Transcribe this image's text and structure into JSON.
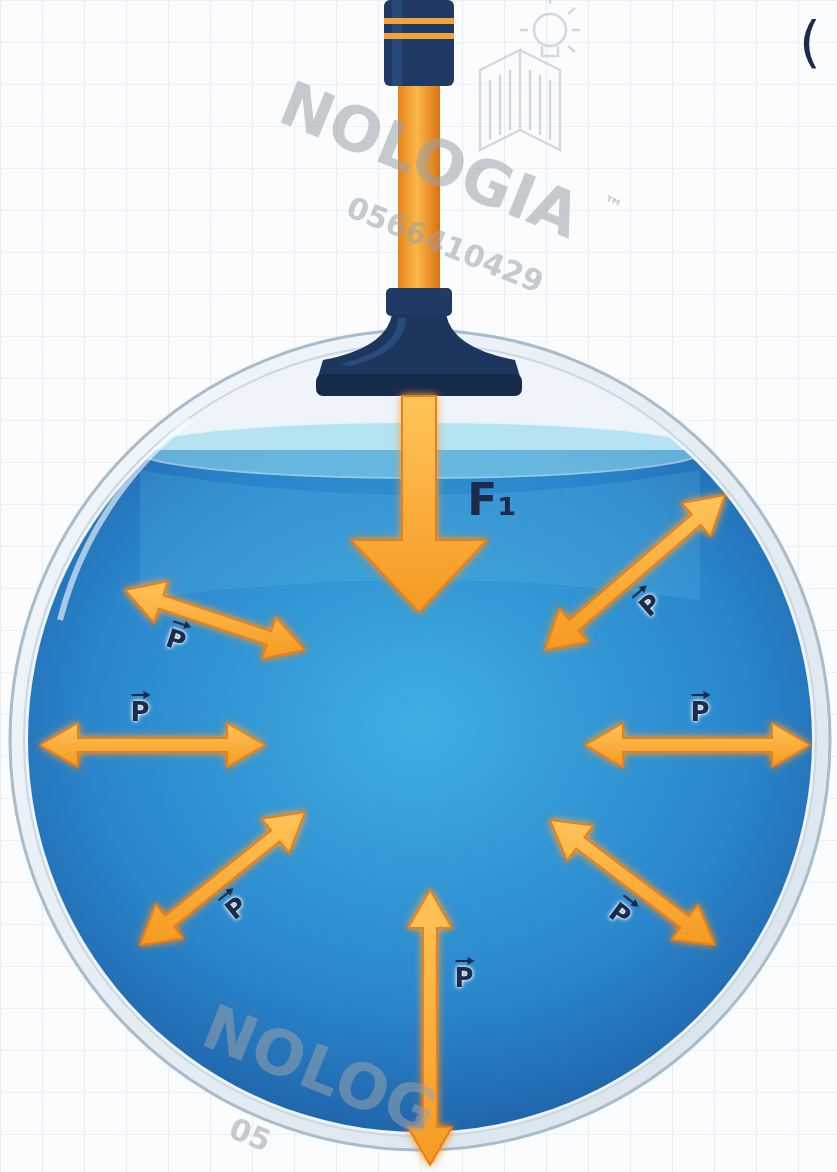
{
  "diagram": {
    "labels": [
      "(",
      "NOLOGIA",
      "0566410429",
      "™",
      "F₁",
      "P",
      "P",
      "P",
      "P",
      "P",
      "P",
      "P",
      "NOLOG",
      "05"
    ]
  }
}
